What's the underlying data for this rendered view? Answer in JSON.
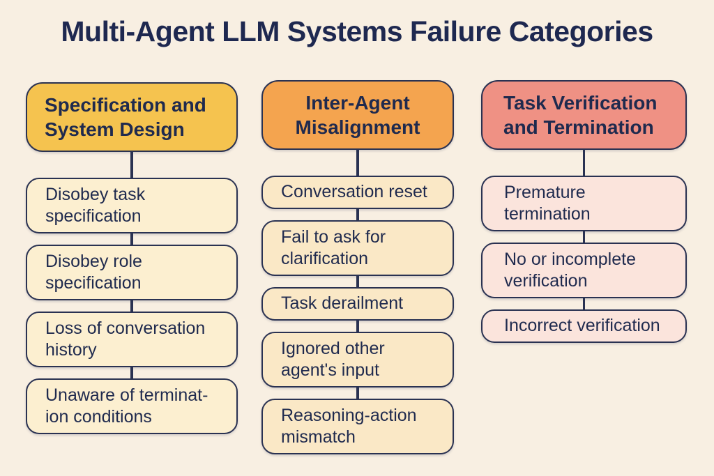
{
  "title": "Multi-Agent LLM Systems Failure Categories",
  "colors": {
    "page_background": "#F8EFE2",
    "text_navy": "#1F2A4E",
    "border_navy": "#2A3252",
    "category1_header_bg": "#F5C34F",
    "category1_item_bg": "#FCEFD0",
    "category2_header_bg": "#F4A44F",
    "category2_item_bg": "#FAE8C6",
    "category3_header_bg": "#EF9184",
    "category3_item_bg": "#FBE4DC"
  },
  "columns": [
    {
      "header": "Specification and\nSystem Design",
      "items": [
        "Disobey task\nspecification",
        "Disobey role\nspecification",
        "Loss of conversation\nhistory",
        "Unaware of terminat-\nion conditions"
      ]
    },
    {
      "header": "Inter-Agent\nMisalignment",
      "items": [
        "Conversation reset",
        "Fail to ask for\nclarification",
        "Task derailment",
        "Ignored other\nagent's input",
        "Reasoning-action\nmismatch"
      ]
    },
    {
      "header": "Task Verification\nand Termination",
      "items": [
        "Premature\ntermination",
        "No or incomplete\nverification",
        "Incorrect verification"
      ]
    }
  ]
}
